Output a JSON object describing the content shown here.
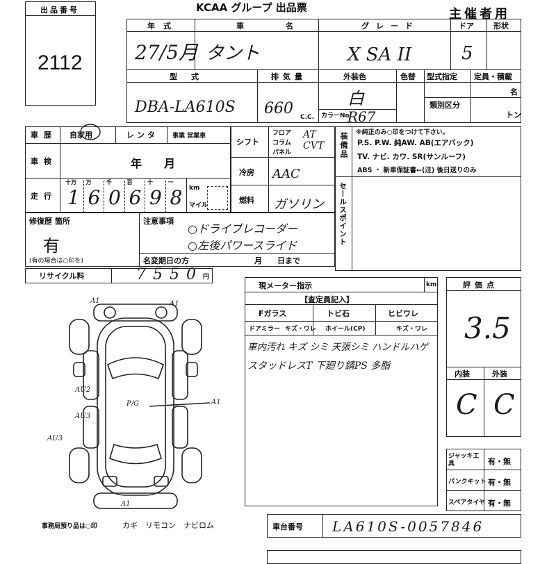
{
  "header": {
    "lot_number_label": "出品番号",
    "lot_number": "2112",
    "group_title": "KCAA グループ 出品票",
    "organizer": "主催者用"
  },
  "vehicle": {
    "year_label": "年式",
    "year_value": "27/5月",
    "name_label": "車名",
    "name_value": "タント",
    "grade_label": "グレード",
    "grade_value": "X SA II",
    "doors_label": "ドア",
    "body_label": "形状",
    "doors_value": "5",
    "model_label": "型式",
    "model_value": "DBA-LA610S",
    "displacement_label": "排気量",
    "displacement_value": "660",
    "cc": "C.C.",
    "exterior_color_label": "外装色",
    "exterior_color_value": "白",
    "color_label": "色替",
    "color_no_label": "カラーNo.",
    "color_no_value": "R67",
    "type_spec_label": "型式指定",
    "capacity_label": "定員・積載",
    "capacity_unit": "名",
    "class_label": "類別区分",
    "ton_unit": "トン"
  },
  "history": {
    "usage_label": "車歴",
    "private_label": "自家用",
    "rental_label": "レンタ",
    "business_label": "事業 営業車",
    "inspection_label": "車検",
    "year_month": "年　　月",
    "mileage_label": "走行",
    "digit_labels": [
      "十万",
      "万",
      "千",
      "百",
      "十",
      "一"
    ],
    "mileage_digits": [
      "1",
      "6",
      "0",
      "6",
      "9",
      "8"
    ],
    "km_label": "km",
    "mile_label": "マイル"
  },
  "shift": {
    "shift_label": "シフト",
    "floor": "フロア",
    "column": "コラム",
    "panel": "パネル",
    "shift_value": "AT CVT",
    "aircon_label": "冷房",
    "aircon_value": "AAC",
    "fuel_label": "燃料",
    "fuel_value": "ガソリン"
  },
  "equipment": {
    "label": "装備品",
    "note": "※純正のみ○印をつけて下さい。",
    "line1": "P.S. P.W. 純AW. AB(エアバック)",
    "line2": "TV. ナビ. カワ. SR(サンルーフ)",
    "line3": "ABS ・ 新車保証書←(注) 後日送りのみ",
    "sales_point_label": "セールスポイント"
  },
  "remarks": {
    "repair_label": "修復歴 箇所",
    "repair_value": "有",
    "repair_note": "(有の場合は○印を)",
    "notes_label": "注意事項",
    "note1": "○ドライブレコーダー",
    "note2": "○左後パワースライド",
    "last_change_label": "名変期日の方",
    "month_day": "月　　日まで"
  },
  "recycle": {
    "label": "リサイクル料",
    "value": "7550",
    "unit": "円"
  },
  "inspector": {
    "meter_label": "現メーター指示",
    "km": "km",
    "inspector_note_label": "【査定員記入】",
    "f_glass": "Fガラス",
    "chip": "トビ石",
    "crack": "ヒビワレ",
    "door_mirror": "ドアミラー",
    "scratch": "キズ・ワレ",
    "wheel": "ホイール(CP)",
    "scratch2": "キズ・ワレ",
    "comment1": "車内汚れ キズ シミ 天張シミ ハンドルハゲ",
    "comment2": "スタッドレスT 下廻り錆PS 多脂",
    "score_label": "評価点",
    "score_value": "3.5",
    "interior_label": "内装",
    "exterior_label": "外装",
    "interior_value": "C",
    "exterior_value": "C"
  },
  "tools": {
    "jack_label": "ジャッキ工具",
    "puncture_label": "パンクキット",
    "spare_label": "スペアタイヤ",
    "yes_no": "有・無"
  },
  "diagram": {
    "marks": [
      "A1",
      "A1",
      "AU2",
      "AU3",
      "AU3",
      "A1",
      "A1",
      "P/G"
    ],
    "keys_note": "事務局預り品は○印",
    "keys": "カギ　リモコン　ナビロム"
  },
  "chassis": {
    "label": "車台番号",
    "value": "LA610S-0057846"
  }
}
